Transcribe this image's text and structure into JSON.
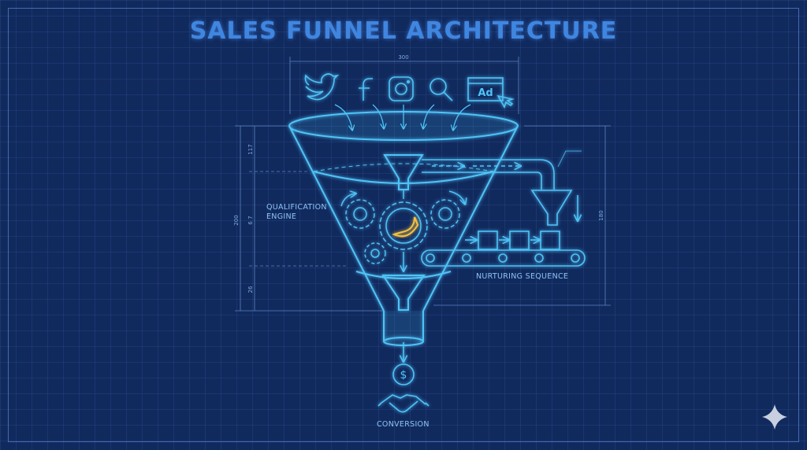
{
  "title": "SALES FUNNEL ARCHITECTURE",
  "sources": [
    "twitter-icon",
    "facebook-icon",
    "instagram-icon",
    "search-icon",
    "ad-icon"
  ],
  "ad_label": "Ad",
  "labels": {
    "qualification": "QUALIFICATION\nENGINE",
    "nurturing": "NURTURING SEQUENCE",
    "conversion": "CONVERSION",
    "dollar": "$"
  },
  "dimensions": {
    "top_width": "300",
    "left_total": "200",
    "left_segments": [
      "117",
      "6 7",
      "26"
    ],
    "right_total": "180"
  },
  "colors": {
    "background": "#112a5e",
    "line": "#4fc3f7",
    "title": "#3f86e0",
    "accent": "#f5c242"
  }
}
